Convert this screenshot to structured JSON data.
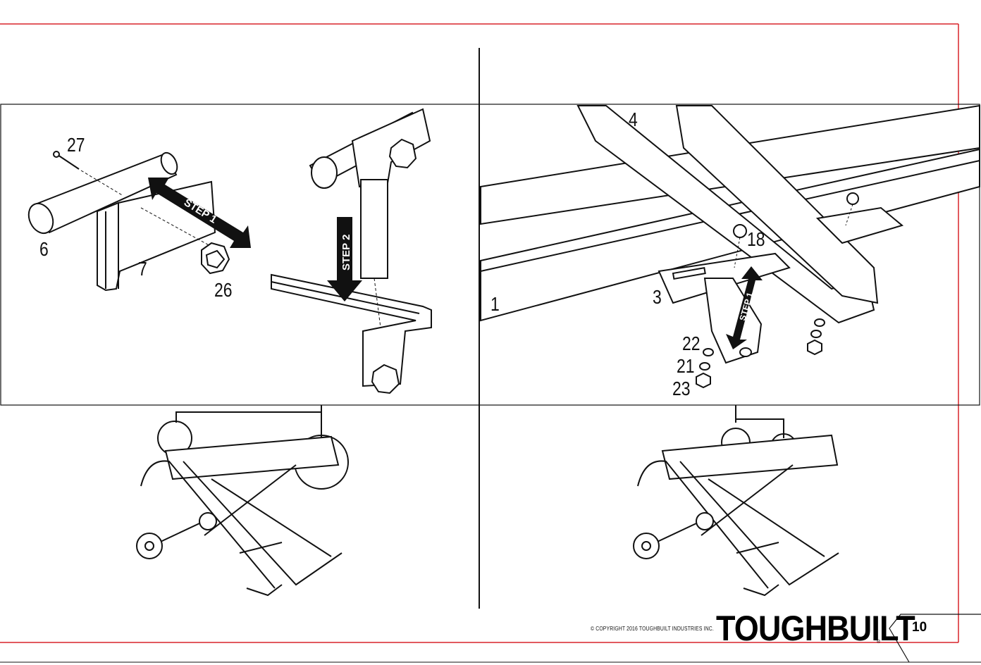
{
  "panel_a": {
    "callouts": [
      "27",
      "6",
      "7",
      "26"
    ],
    "arrow_step1": "STEP 1",
    "arrow_step2": "STEP 2"
  },
  "panel_b": {
    "callouts": [
      "4",
      "18",
      "1",
      "3",
      "22",
      "21",
      "23"
    ],
    "arrow_step1": "STEP 1"
  },
  "footer": {
    "copyright": "© COPYRIGHT 2016 TOUGHBUILT INDUSTRIES INC.",
    "brand": "TOUGHBUILT",
    "registered_mark": "®",
    "page_number": "10"
  },
  "colors": {
    "crop_mark_red": "#d8232a",
    "ink": "#111111"
  }
}
